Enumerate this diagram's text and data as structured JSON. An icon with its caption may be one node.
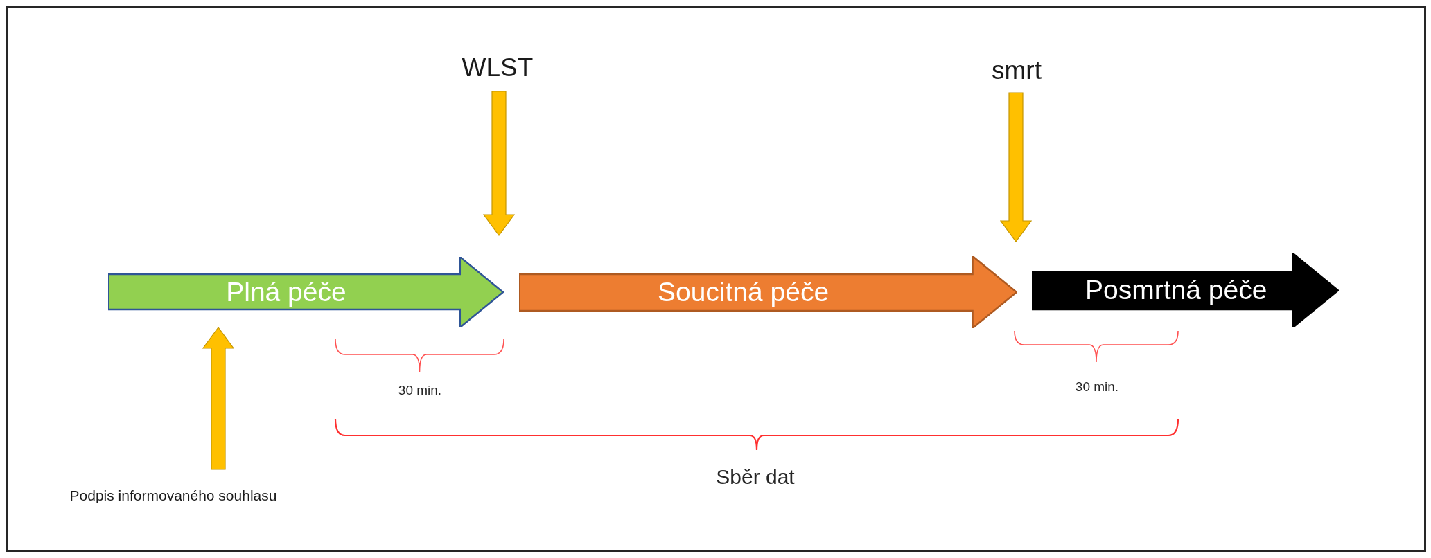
{
  "diagram": {
    "nodes": [
      {
        "text": [
          "WLST"
        ]
      },
      {
        "text": [
          "smrt"
        ]
      },
      {
        "text": [
          "Plná péče"
        ]
      },
      {
        "text": [
          "Soucitná péče"
        ]
      },
      {
        "text": [
          "Posmrtná péče"
        ]
      },
      {
        "text": [
          "Podpis informovaného souhlasu"
        ]
      }
    ],
    "edges": [
      {
        "from": 0,
        "to": null,
        "arrow": "to"
      },
      {
        "from": 1,
        "to": null,
        "arrow": "to"
      },
      {
        "from": 5,
        "to": 2,
        "arrow": "to"
      }
    ],
    "labels": [
      "30 min.",
      "30 min.",
      "Sběr dat"
    ]
  }
}
